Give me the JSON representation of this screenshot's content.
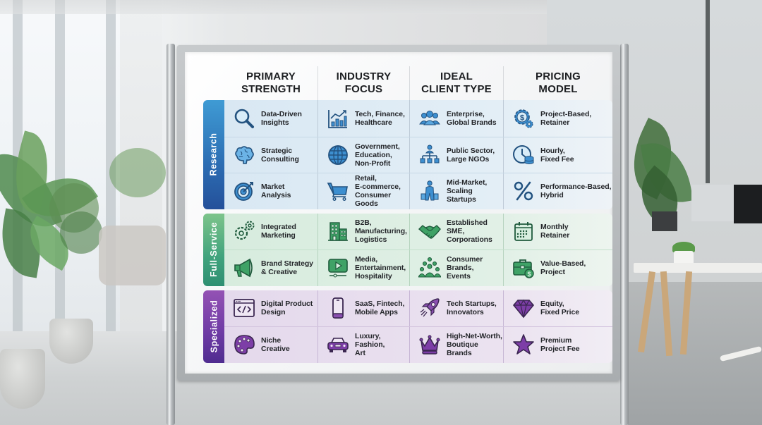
{
  "board": {
    "headers": [
      "PRIMARY\nSTRENGTH",
      "INDUSTRY\nFOCUS",
      "IDEAL\nCLIENT TYPE",
      "PRICING\nMODEL"
    ],
    "colors": {
      "research": "#2d70b5",
      "full_service": "#40a37d",
      "specialized": "#6d3aa4"
    },
    "sections": [
      {
        "label": "Research",
        "rows": [
          [
            {
              "icon": "magnifier-icon",
              "text": "Data-Driven\nInsights"
            },
            {
              "icon": "growth-chart-icon",
              "text": "Tech, Finance,\nHealthcare"
            },
            {
              "icon": "group-icon",
              "text": "Enterprise,\nGlobal Brands"
            },
            {
              "icon": "dollar-gear-icon",
              "text": "Project-Based,\nRetainer"
            }
          ],
          [
            {
              "icon": "brain-icon",
              "text": "Strategic\nConsulting"
            },
            {
              "icon": "globe-icon",
              "text": "Government,\nEducation,\nNon-Profit"
            },
            {
              "icon": "org-chart-icon",
              "text": "Public Sector,\nLarge NGOs"
            },
            {
              "icon": "clock-coins-icon",
              "text": "Hourly,\nFixed Fee"
            }
          ],
          [
            {
              "icon": "target-icon",
              "text": "Market\nAnalysis"
            },
            {
              "icon": "shopping-cart-icon",
              "text": "Retail,\nE-commerce,\nConsumer Goods"
            },
            {
              "icon": "shopper-icon",
              "text": "Mid-Market,\nScaling Startups"
            },
            {
              "icon": "percent-icon",
              "text": "Performance-Based,\nHybrid"
            }
          ]
        ]
      },
      {
        "label": "Full-Service",
        "rows": [
          [
            {
              "icon": "gears-icon",
              "text": "Integrated\nMarketing"
            },
            {
              "icon": "building-icon",
              "text": "B2B,\nManufacturing,\nLogistics"
            },
            {
              "icon": "handshake-icon",
              "text": "Established SME,\nCorporations"
            },
            {
              "icon": "calendar-icon",
              "text": "Monthly\nRetainer"
            }
          ],
          [
            {
              "icon": "megaphone-icon",
              "text": "Brand Strategy\n& Creative"
            },
            {
              "icon": "video-player-icon",
              "text": "Media,\nEntertainment,\nHospitality"
            },
            {
              "icon": "crowd-icon",
              "text": "Consumer Brands,\nEvents"
            },
            {
              "icon": "briefcase-dollar-icon",
              "text": "Value-Based,\nProject"
            }
          ]
        ]
      },
      {
        "label": "Specialized",
        "rows": [
          [
            {
              "icon": "code-window-icon",
              "text": "Digital Product\nDesign"
            },
            {
              "icon": "smartphone-icon",
              "text": "SaaS, Fintech,\nMobile Apps"
            },
            {
              "icon": "rocket-icon",
              "text": "Tech Startups,\nInnovators"
            },
            {
              "icon": "diamond-icon",
              "text": "Equity,\nFixed Price"
            }
          ],
          [
            {
              "icon": "palette-icon",
              "text": "Niche\nCreative"
            },
            {
              "icon": "car-icon",
              "text": "Luxury,\nFashion,\nArt"
            },
            {
              "icon": "crown-icon",
              "text": "High-Net-Worth,\nBoutique Brands"
            },
            {
              "icon": "star-icon",
              "text": "Premium\nProject Fee"
            }
          ]
        ]
      }
    ]
  }
}
